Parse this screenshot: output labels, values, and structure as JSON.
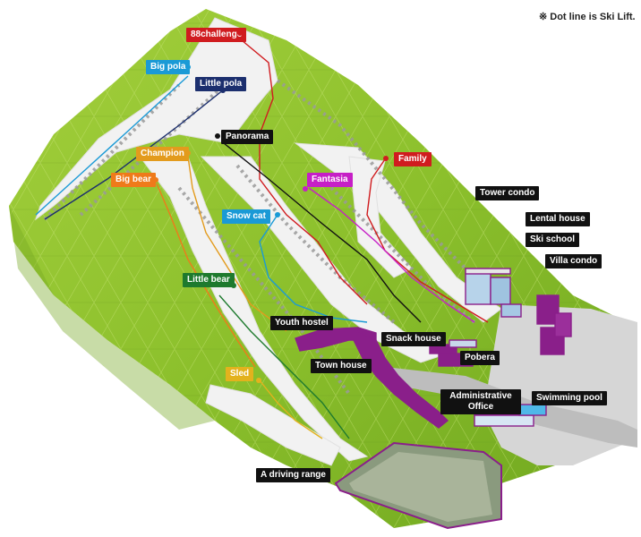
{
  "note": "※ Dot line is Ski Lift.",
  "slopes": [
    {
      "name": "88challenge",
      "color": "#d01c1f"
    },
    {
      "name": "Big pola",
      "color": "#1a9ad6"
    },
    {
      "name": "Little pola",
      "color": "#1c2f6e"
    },
    {
      "name": "Panorama",
      "color": "#111111"
    },
    {
      "name": "Champion",
      "color": "#e39b1d"
    },
    {
      "name": "Family",
      "color": "#d01c1f"
    },
    {
      "name": "Big bear",
      "color": "#ef7a1a"
    },
    {
      "name": "Fantasia",
      "color": "#c61fc6"
    },
    {
      "name": "Snow cat",
      "color": "#1a9ad6"
    },
    {
      "name": "Little bear",
      "color": "#1e7a2e"
    },
    {
      "name": "Sled",
      "color": "#e3b21d"
    }
  ],
  "facilities": [
    "Tower condo",
    "Lental house",
    "Ski school",
    "Villa condo",
    "Youth hostel",
    "Snack house",
    "Town house",
    "Pobera",
    "Administrative Office",
    "Swimming pool",
    "A driving range"
  ]
}
